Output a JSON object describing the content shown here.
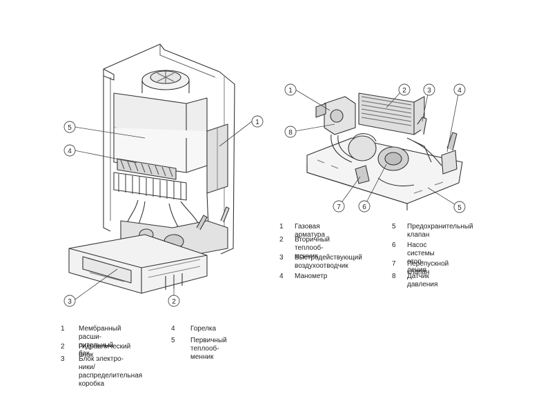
{
  "left_callouts": [
    "1",
    "2",
    "3",
    "4",
    "5"
  ],
  "right_callouts": [
    "1",
    "2",
    "3",
    "4",
    "5",
    "6",
    "7",
    "8"
  ],
  "legend_left": [
    {
      "num": "1",
      "text": "Мембранный расши-\nрительный бак"
    },
    {
      "num": "2",
      "text": "Гидравлический блок"
    },
    {
      "num": "3",
      "text": "Блок электро-\nники/распределительная\nкоробка"
    },
    {
      "num": "4",
      "text": "Горелка"
    },
    {
      "num": "5",
      "text": "Первичный теплооб-\nменник"
    }
  ],
  "legend_right": [
    {
      "num": "1",
      "text": "Газовая арматура"
    },
    {
      "num": "2",
      "text": "Вторичный теплооб-\nменник"
    },
    {
      "num": "3",
      "text": "Быстродействующий\nвоздухоотводчик"
    },
    {
      "num": "4",
      "text": "Манометр"
    },
    {
      "num": "5",
      "text": "Предохранительный\nклапан"
    },
    {
      "num": "6",
      "text": "Насос системы отоп-\nления"
    },
    {
      "num": "7",
      "text": "Перепускной клапан"
    },
    {
      "num": "8",
      "text": "Датчик давления"
    }
  ]
}
